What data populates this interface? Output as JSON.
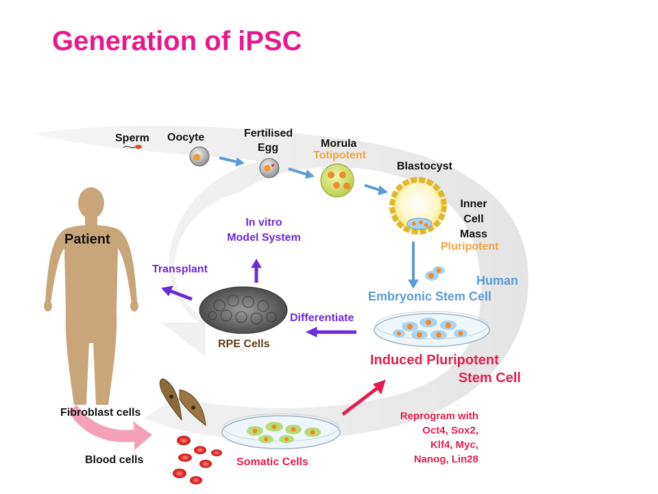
{
  "title": "Generation of iPSC",
  "labels": {
    "sperm": "Sperm",
    "oocyte": "Oocyte",
    "fertilised_egg": [
      "Fertilised",
      "Egg"
    ],
    "morula": "Morula",
    "totipotent": "Totipotent",
    "blastocyst": "Blastocyst",
    "inner_cell_mass": [
      "Inner",
      "Cell",
      "Mass"
    ],
    "pluripotent": "Pluripotent",
    "human_esc": [
      "Human",
      "Embryonic Stem Cell"
    ],
    "in_vitro": [
      "In vitro",
      "Model System"
    ],
    "transplant": "Transplant",
    "patient": "Patient",
    "differentiate": "Differentiate",
    "rpe_cells": "RPE Cells",
    "ipsc": [
      "Induced Pluripotent",
      "Stem Cell"
    ],
    "fibroblast": "Fibroblast cells",
    "blood": "Blood cells",
    "somatic": "Somatic Cells",
    "reprogram": [
      "Reprogram with",
      "Oct4, Sox2,",
      "Klf4, Myc,",
      "Nanog, Lin28"
    ]
  },
  "colors": {
    "title": "#e8188c",
    "flow_arrow": "#e8e8e8",
    "blue_arrow": "#5b9bd5",
    "purple_arrow": "#6a2bd8",
    "red_arrow": "#e01e4f",
    "pink_arrow": "#f4a0b8",
    "skin": "#c9a67a",
    "orange_label": "#f4a23c"
  }
}
